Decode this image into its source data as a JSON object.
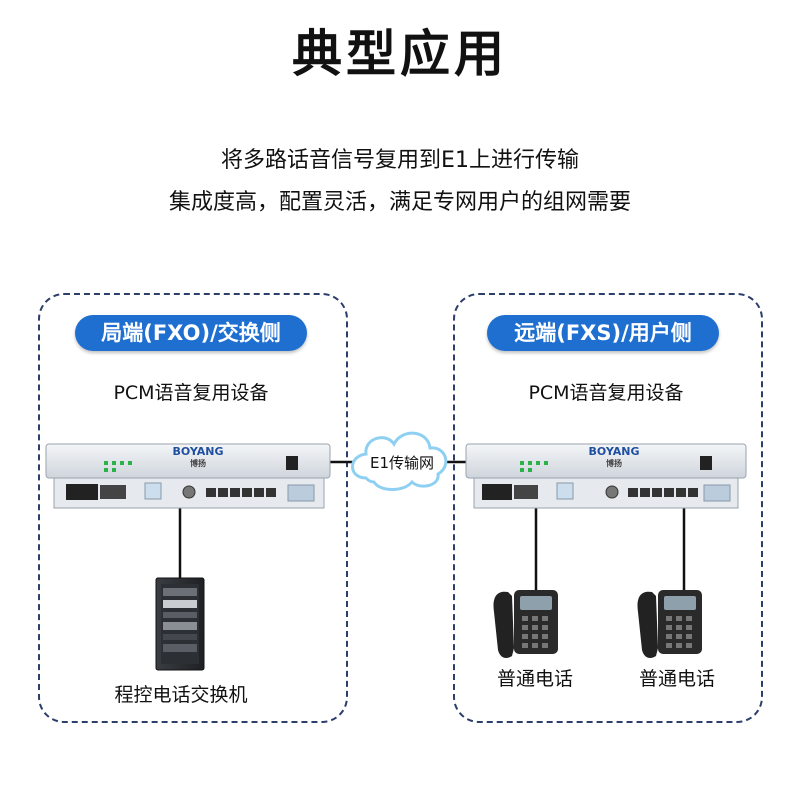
{
  "title": "典型应用",
  "subtitle_lines": [
    "将多路话音信号复用到E1上进行传输",
    "集成度高，配置灵活，满足专网用户的组网需要"
  ],
  "left": {
    "tag": "局端(FXO)/交换侧",
    "device_label": "PCM语音复用设备",
    "endpoint_label": "程控电话交换机"
  },
  "right": {
    "tag": "远端(FXS)/用户侧",
    "device_label": "PCM语音复用设备",
    "phone_labels": [
      "普通电话",
      "普通电话"
    ]
  },
  "network": {
    "label": "E1传输网"
  },
  "brand": {
    "name": "BOYANG",
    "sub": "博扬"
  },
  "colors": {
    "pill": "#1f6fd1",
    "border": "#2c3e6b",
    "device": "#dfe3e8"
  }
}
